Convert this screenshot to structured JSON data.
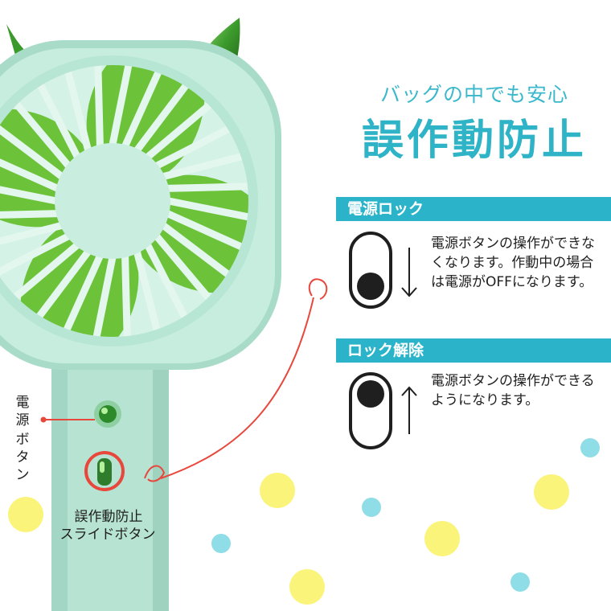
{
  "header": {
    "subtitle": "バッグの中でも安心",
    "title": "誤作動防止"
  },
  "lock": {
    "heading": "電源ロック",
    "description": "電源ボタンの操作ができなくなります。作動中の場合は電源がOFFになります。"
  },
  "unlock": {
    "heading": "ロック解除",
    "description": "電源ボタンの操作ができるようになります。"
  },
  "labels": {
    "power_button": [
      "電",
      "源",
      "ボ",
      "タ",
      "ン"
    ],
    "slide_button": [
      "誤作動防止",
      "スライドボタン"
    ]
  },
  "colors": {
    "accent": "#2bb4c9",
    "fan_body": "#b9e6d5",
    "blade": "#6cc33a",
    "horn": "#3c9a2c",
    "pointer": "#e8473c",
    "dot_yellow": "#faf57a",
    "dot_blue": "#8fdde7"
  },
  "icons": {
    "lock_arrow": "arrow-down-icon",
    "unlock_arrow": "arrow-up-icon"
  }
}
